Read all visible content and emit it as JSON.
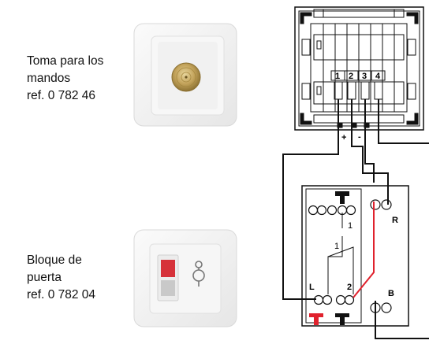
{
  "top_device": {
    "lines": [
      "Toma para los",
      "mandos",
      "ref. 0 782 46"
    ]
  },
  "bottom_device": {
    "lines": [
      "Bloque de",
      "puerta",
      "ref. 0 782 04"
    ]
  },
  "module_terminals": [
    "1",
    "2",
    "3",
    "4"
  ],
  "polarity": {
    "plus": "+",
    "minus": "-"
  },
  "door_block": {
    "terminal_r": "R",
    "terminal_b": "B",
    "terminal_l": "L",
    "terminal_2": "2",
    "contact_1": "1",
    "contact_small": "1"
  },
  "colors": {
    "wire": "#111111",
    "red_wire": "#e0222d",
    "red_symbol": "#e0222d",
    "plate": "#f4f4f4",
    "brass": "#b99a53"
  }
}
